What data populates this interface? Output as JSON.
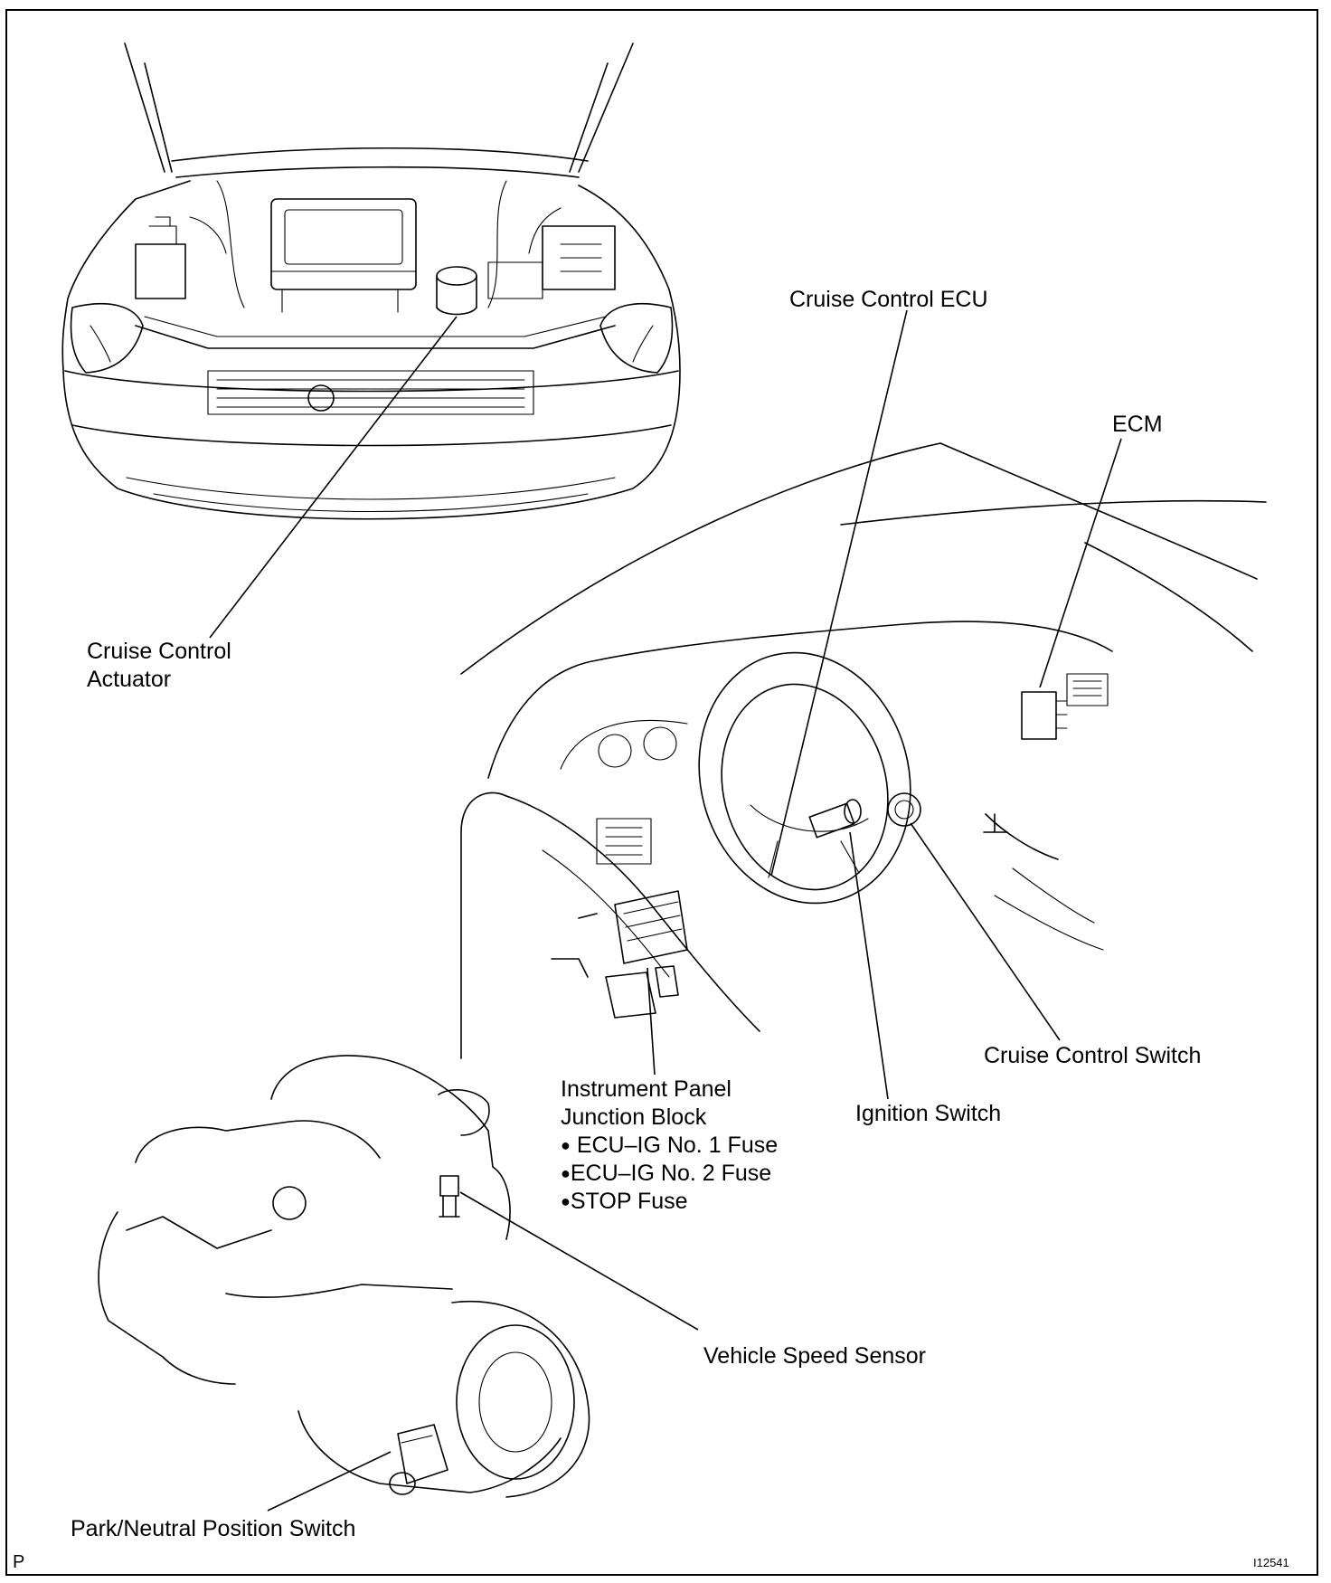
{
  "labels": {
    "cruise_control_ecu": "Cruise Control ECU",
    "ecm": "ECM",
    "actuator_line1": "Cruise Control",
    "actuator_line2": "Actuator",
    "cruise_control_switch": "Cruise Control Switch",
    "ignition_switch": "Ignition Switch",
    "junction_block_line1": "Instrument Panel",
    "junction_block_line2": "Junction Block",
    "fuse_1": "ECU–IG No. 1 Fuse",
    "fuse_2": "ECU–IG No. 2 Fuse",
    "fuse_3": "STOP Fuse",
    "vehicle_speed_sensor": "Vehicle Speed Sensor",
    "park_neutral_switch": "Park/Neutral Position Switch"
  },
  "footer": {
    "corner_letter": "P",
    "figure_number": "I12541"
  }
}
